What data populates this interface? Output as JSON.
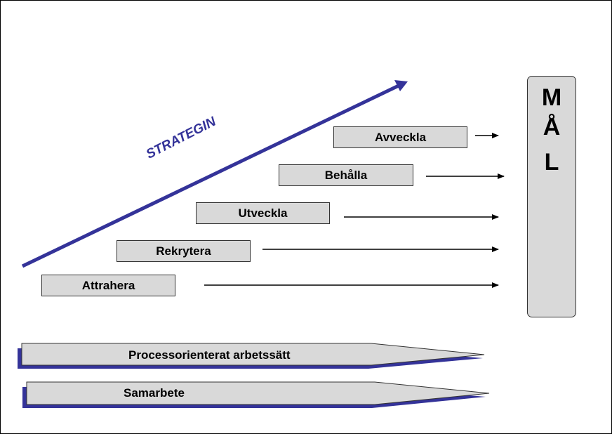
{
  "strategy": {
    "label": "STRATEGIN"
  },
  "steps": [
    {
      "label": "Avveckla"
    },
    {
      "label": "Behålla"
    },
    {
      "label": "Utveckla"
    },
    {
      "label": "Rekrytera"
    },
    {
      "label": "Attrahera"
    }
  ],
  "goal": {
    "letters": [
      "M",
      "Å",
      "L"
    ]
  },
  "bands": [
    {
      "label": "Processorienterat arbetssätt"
    },
    {
      "label": "Samarbete"
    }
  ],
  "colors": {
    "strategy_arrow": "#343399",
    "box_fill": "#d9d9d9",
    "band_shadow": "#343399"
  }
}
